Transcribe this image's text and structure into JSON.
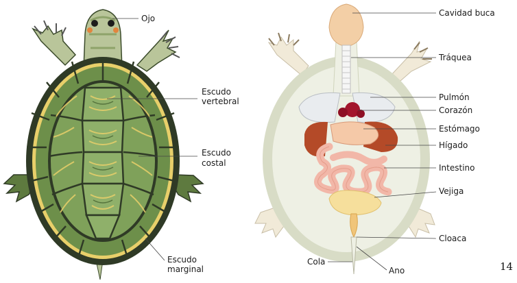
{
  "left_diagram": {
    "labels": {
      "ojo": "Ojo",
      "vertebral_1": "Escudo",
      "vertebral_2": "vertebral",
      "costal_1": "Escudo",
      "costal_2": "costal",
      "marginal_1": "Escudo",
      "marginal_2": "marginal"
    }
  },
  "right_diagram": {
    "labels": {
      "cavidad": "Cavidad buca",
      "traquea": "Tráquea",
      "pulmon": "Pulmón",
      "corazon": "Corazón",
      "estomago": "Estómago",
      "higado": "Hígado",
      "intestino": "Intestino",
      "vejiga": "Vejiga",
      "cloaca": "Cloaca",
      "cola": "Cola",
      "ano": "Ano"
    }
  },
  "page_number": "14",
  "colors": {
    "shell_dark": "#2f3a26",
    "shell_green": "#7fa15a",
    "shell_yellow": "#e8cf6a",
    "skin": "#b9c59a",
    "body_pale": "#eef0e4",
    "heart": "#a3152c",
    "liver": "#b44a28",
    "intestine": "#f2b7a8",
    "lung": "#e9ecef"
  }
}
